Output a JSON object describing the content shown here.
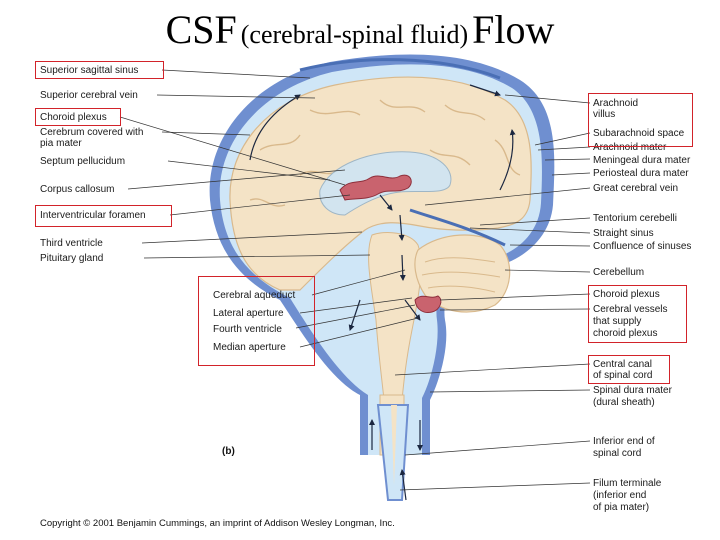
{
  "title": {
    "main": "CSF",
    "sub": "(cerebral-spinal fluid)",
    "end": "Flow"
  },
  "figure_label": "(b)",
  "copyright": "Copyright © 2001 Benjamin Cummings, an imprint of Addison Wesley Longman, Inc.",
  "labels_left": [
    "Superior sagittal sinus",
    "Superior cerebral vein",
    "Choroid plexus",
    "Cerebrum covered with",
    "pia mater",
    "Septum pellucidum",
    "Corpus callosum",
    "Interventricular foramen",
    "Third ventricle",
    "Pituitary gland"
  ],
  "labels_mid": [
    "Cerebral aqueduct",
    "Lateral aperture",
    "Fourth ventricle",
    "Median aperture"
  ],
  "labels_right": [
    "Arachnoid",
    "villus",
    "Subarachnoid space",
    "Arachnoid mater",
    "Meningeal dura mater",
    "Periosteal dura mater",
    "Great cerebral vein",
    "Tentorium cerebelli",
    "Straight sinus",
    "Confluence of sinuses",
    "Cerebellum",
    "Choroid plexus",
    "Cerebral vessels",
    "that supply",
    "choroid plexus",
    "Central canal",
    "of spinal cord",
    "Spinal dura mater",
    "(dural sheath)",
    "Inferior end of",
    "spinal cord",
    "Filum terminale",
    "(inferior end",
    "of pia mater)"
  ]
}
